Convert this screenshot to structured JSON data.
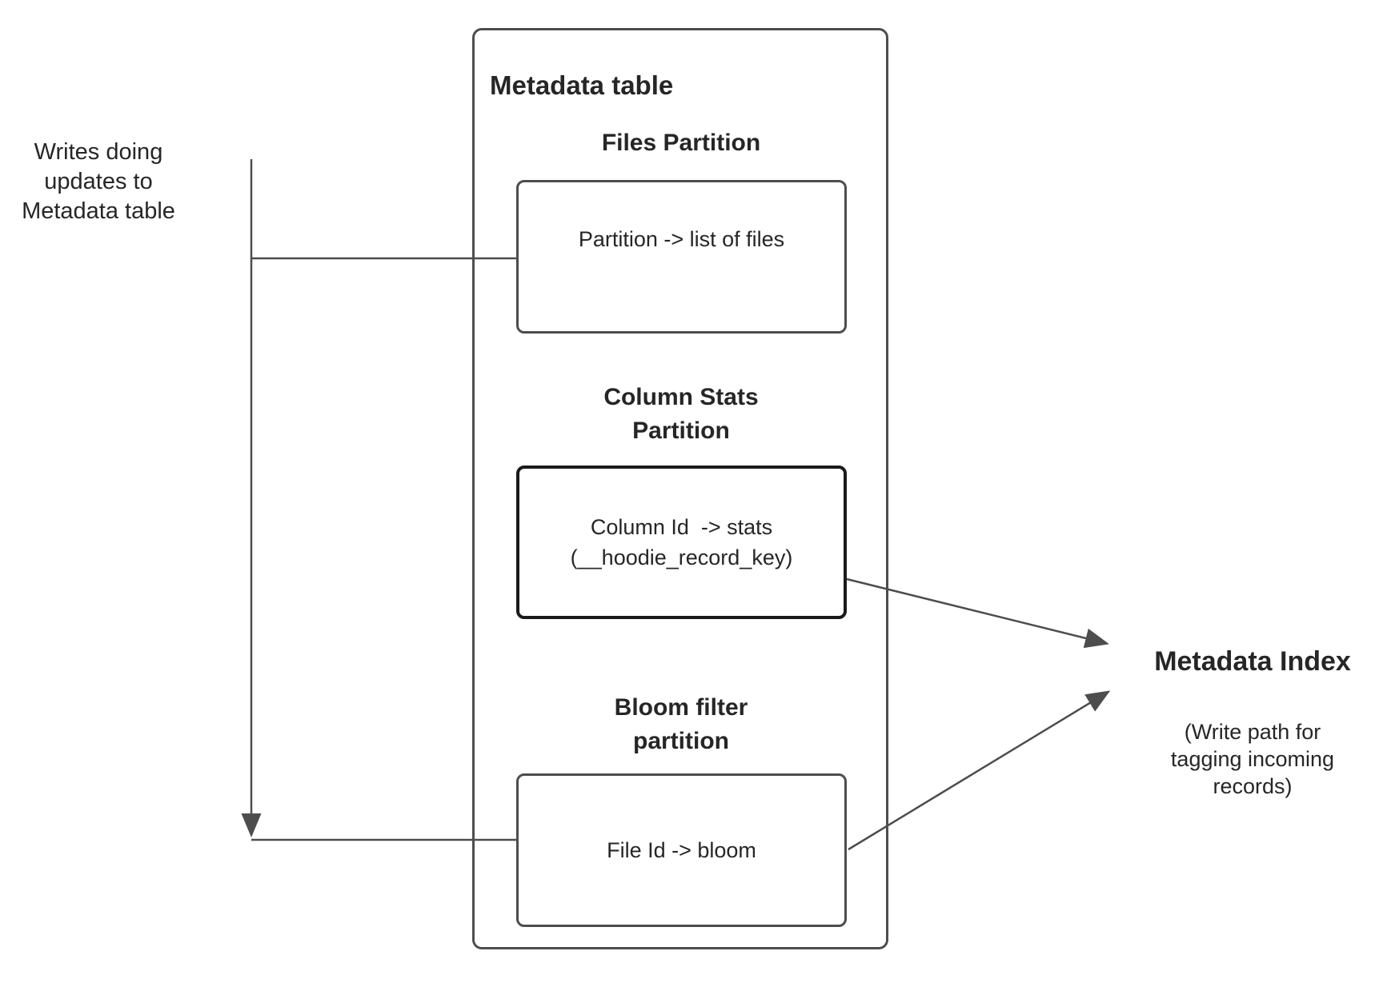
{
  "colors": {
    "background": "#ffffff",
    "line": "#4d4d4d",
    "box_border": "#4d4d4d",
    "emphasis_box_border": "#1a1a1a",
    "text": "#262626"
  },
  "left_note": {
    "lines": [
      "Writes doing",
      "updates to",
      "Metadata table"
    ]
  },
  "metadata_table": {
    "title": "Metadata table",
    "sections": {
      "files": {
        "heading": "Files Partition",
        "label": "Partition -> list of files"
      },
      "column_stats": {
        "heading_lines": [
          "Column Stats",
          "Partition"
        ],
        "label_lines": [
          "Column Id  -> stats",
          "(__hoodie_record_key)"
        ]
      },
      "bloom": {
        "heading_lines": [
          "Bloom filter",
          "partition"
        ],
        "label": "File Id -> bloom"
      }
    }
  },
  "metadata_index": {
    "title": "Metadata Index",
    "subtitle_lines": [
      "(Write path for",
      "tagging incoming",
      "records)"
    ]
  }
}
